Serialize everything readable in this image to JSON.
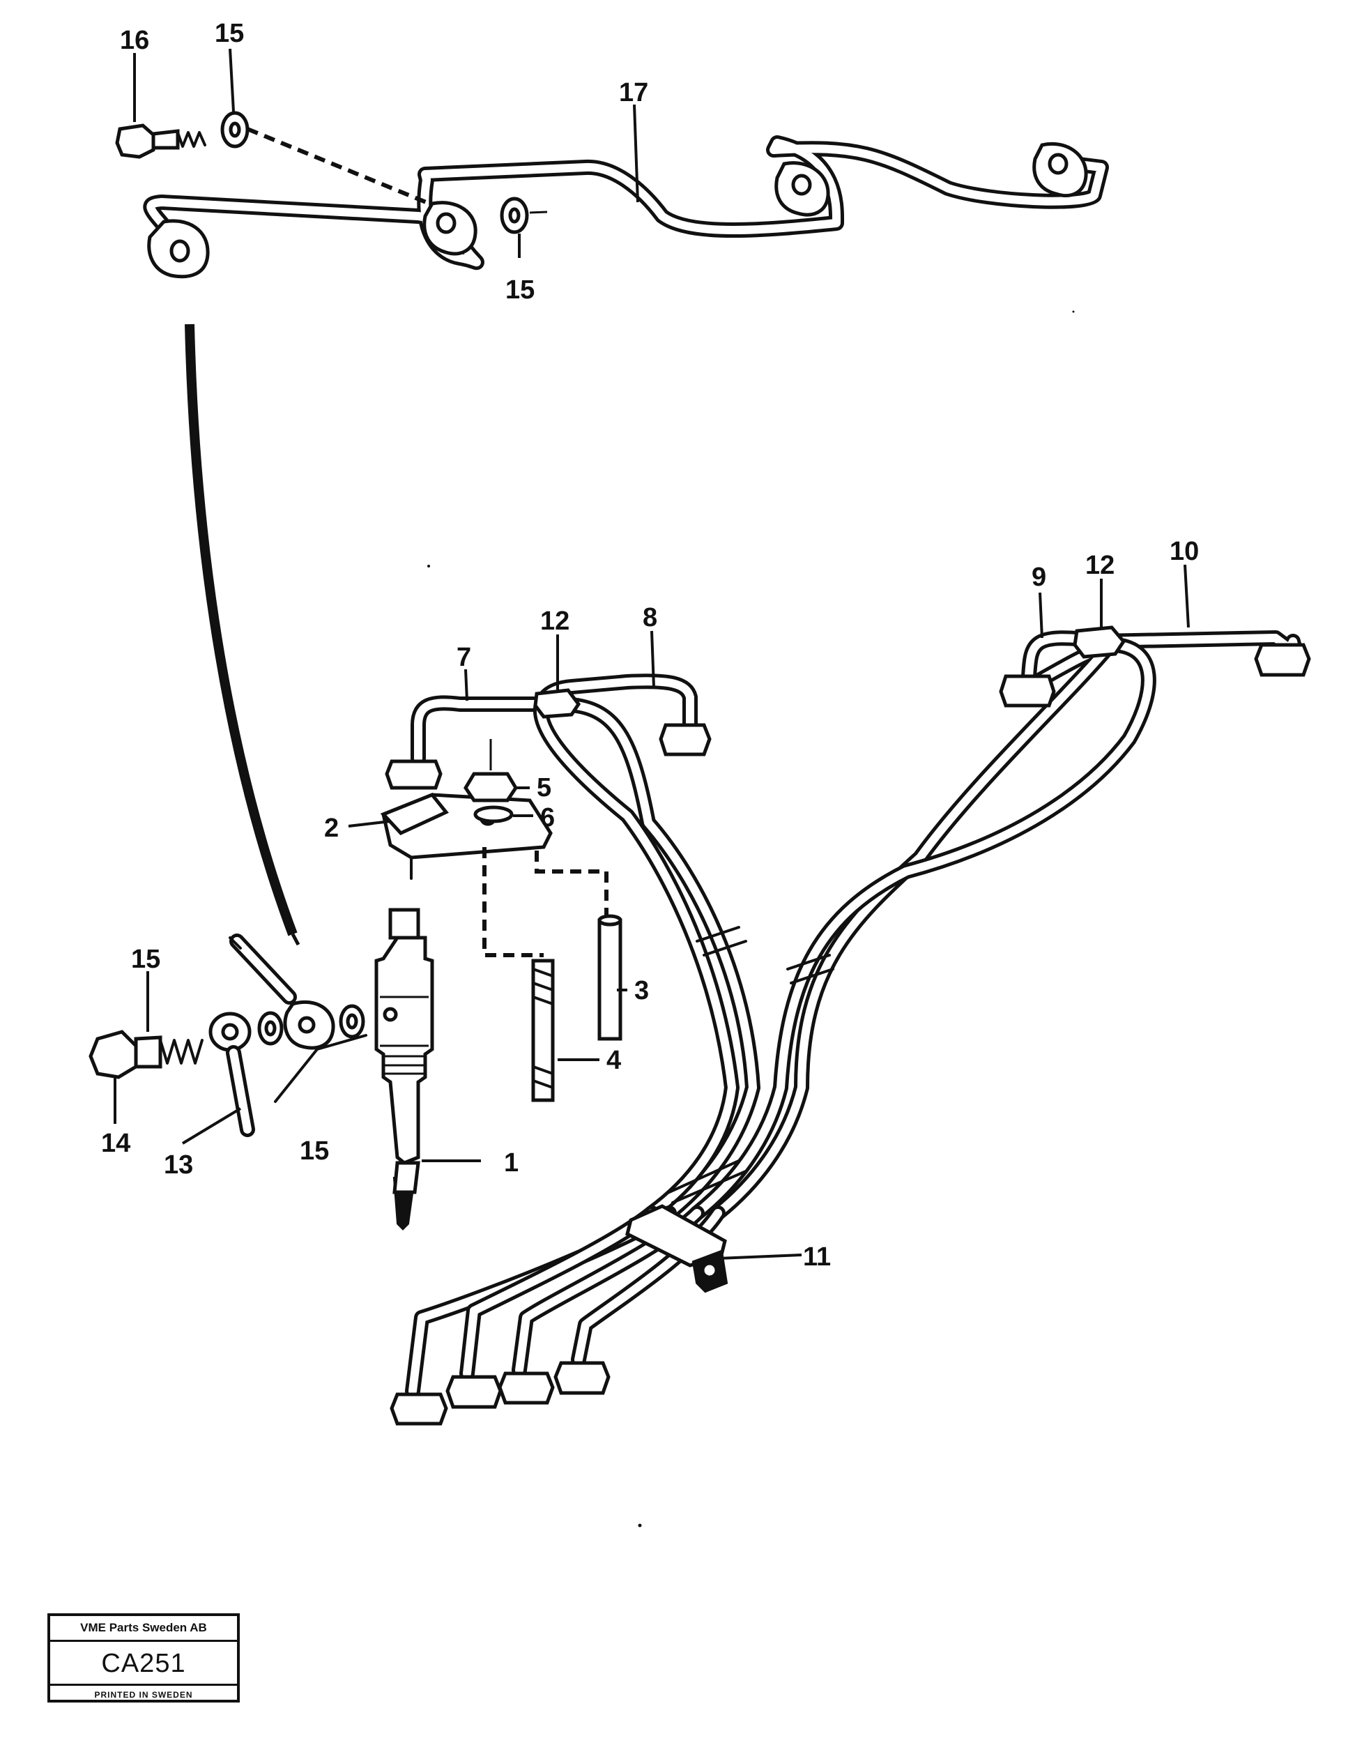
{
  "diagram": {
    "callouts": [
      {
        "id": "1",
        "text": "1"
      },
      {
        "id": "2",
        "text": "2"
      },
      {
        "id": "3",
        "text": "3"
      },
      {
        "id": "4",
        "text": "4"
      },
      {
        "id": "5",
        "text": "5"
      },
      {
        "id": "6",
        "text": "6"
      },
      {
        "id": "7",
        "text": "7"
      },
      {
        "id": "8",
        "text": "8"
      },
      {
        "id": "9",
        "text": "9"
      },
      {
        "id": "10",
        "text": "10"
      },
      {
        "id": "11",
        "text": "11"
      },
      {
        "id": "12a",
        "text": "12"
      },
      {
        "id": "12b",
        "text": "12"
      },
      {
        "id": "13",
        "text": "13"
      },
      {
        "id": "14",
        "text": "14"
      },
      {
        "id": "15a",
        "text": "15"
      },
      {
        "id": "15b",
        "text": "15"
      },
      {
        "id": "15c",
        "text": "15"
      },
      {
        "id": "15d",
        "text": "15"
      },
      {
        "id": "16",
        "text": "16"
      },
      {
        "id": "17",
        "text": "17"
      }
    ]
  },
  "title_block": {
    "company": "VME Parts Sweden AB",
    "code": "CA251",
    "printed": "PRINTED IN SWEDEN"
  }
}
